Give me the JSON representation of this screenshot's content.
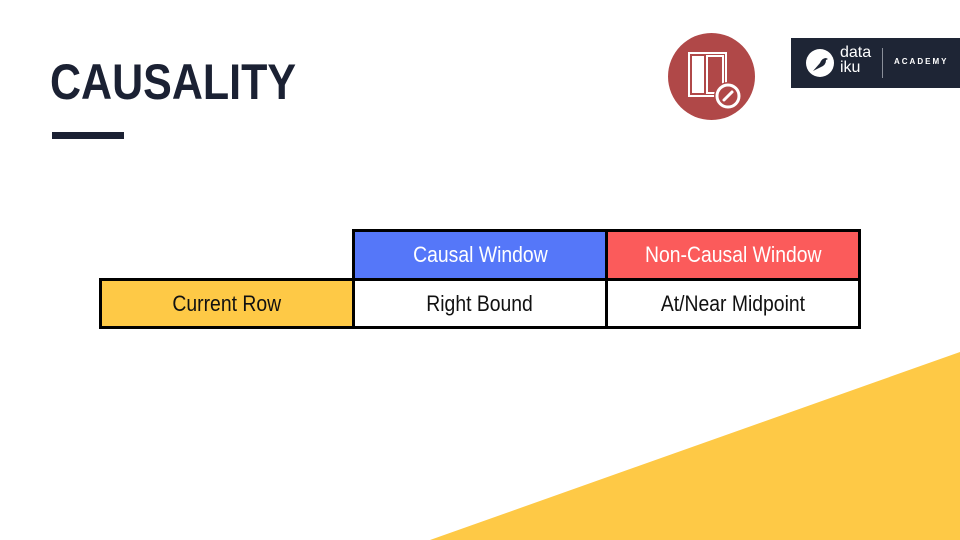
{
  "slide": {
    "title": "CAUSALITY"
  },
  "branding": {
    "logo_word_line1": "data",
    "logo_word_line2": "iku",
    "logo_suffix": "ACADEMY",
    "recipe_icon": "window-recipe-icon"
  },
  "table": {
    "headers": [
      "Causal Window",
      "Non-Causal Window"
    ],
    "rows": [
      {
        "label": "Current Row",
        "values": [
          "Right Bound",
          "At/Near Midpoint"
        ]
      }
    ]
  },
  "colors": {
    "title": "#1b2133",
    "causal_header": "#5577f9",
    "noncausal_header": "#fb5b5b",
    "row_label": "#fec946",
    "accent_triangle": "#fec946",
    "recipe_icon_bg": "#b04848",
    "logo_bg": "#1e2535"
  }
}
